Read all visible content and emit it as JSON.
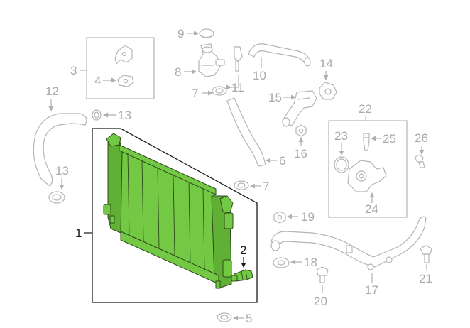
{
  "callouts": {
    "c1": "1",
    "c2": "2",
    "c3": "3",
    "c4": "4",
    "c5": "5",
    "c6": "6",
    "c7a": "7",
    "c7b": "7",
    "c8": "8",
    "c9": "9",
    "c10": "10",
    "c11": "11",
    "c12": "12",
    "c13a": "13",
    "c13b": "13",
    "c14": "14",
    "c15": "15",
    "c16": "16",
    "c17": "17",
    "c18": "18",
    "c19": "19",
    "c20": "20",
    "c21": "21",
    "c22": "22",
    "c23": "23",
    "c24": "24",
    "c25": "25",
    "c26": "26"
  },
  "colors": {
    "highlight": "#74c944",
    "outline": "#2d4a1a",
    "part_gray": "#b5b5b5",
    "label_gray": "#a9a9a9",
    "label_dark": "#1a1a1a"
  }
}
